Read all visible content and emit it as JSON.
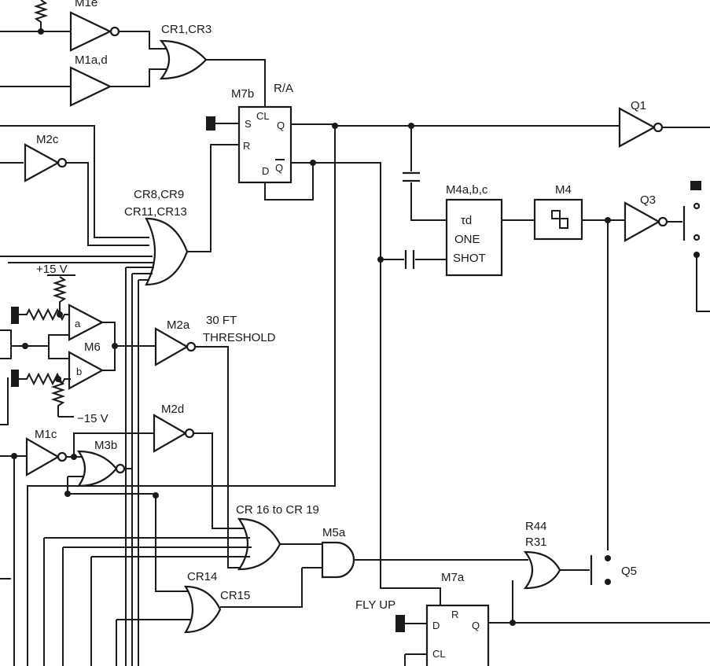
{
  "labels": {
    "m1e": "M1e",
    "m1ad": "M1a,d",
    "cr1cr3": "CR1,CR3",
    "m7b": "M7b",
    "ra": "R/A",
    "ff_s": "S",
    "ff_cl": "CL",
    "ff_q": "Q",
    "ff_r": "R",
    "ff_d": "D",
    "ff_qbar": "Q",
    "q1": "Q1",
    "m2c": "M2c",
    "cr8cr9": "CR8,CR9",
    "cr11cr13": "CR11,CR13",
    "m4abc": "M4a,b,c",
    "td": "τd",
    "one": "ONE",
    "shot": "SHOT",
    "m4": "M4",
    "q3": "Q3",
    "plus15": "+15 V",
    "a": "a",
    "b": "b",
    "m6": "M6",
    "minus15": "−15 V",
    "m2a": "M2a",
    "ft30": "30 FT",
    "threshold": "THRESHOLD",
    "m2d": "M2d",
    "m1c": "M1c",
    "m3b": "M3b",
    "cr16": "CR 16 to CR 19",
    "m5a": "M5a",
    "r44": "R44",
    "r31": "R31",
    "q5": "Q5",
    "cr14": "CR14",
    "cr15": "CR15",
    "m7a": "M7a",
    "flyup": "FLY UP",
    "m7a_r": "R",
    "m7a_d": "D",
    "m7a_q": "Q",
    "m7a_cl": "CL"
  }
}
